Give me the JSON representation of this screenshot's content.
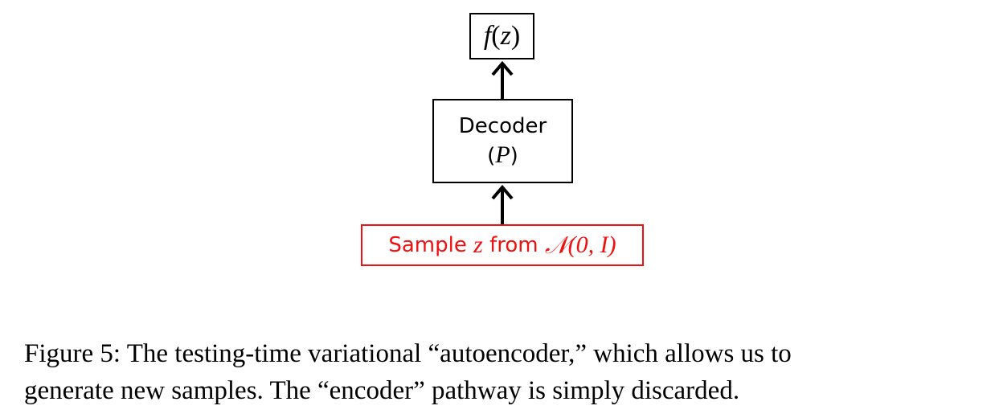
{
  "diagram": {
    "output_label_func": "f",
    "output_label_arg": "z",
    "decoder_label": "Decoder",
    "decoder_symbol": "P",
    "sample_prefix": "Sample",
    "sample_var": "z",
    "sample_from": "from",
    "sample_dist": "𝒩",
    "sample_args": "(0, I)",
    "colors": {
      "box_border": "#000000",
      "sample_color": "#e11111"
    }
  },
  "caption": {
    "line1": "Figure 5: The testing-time variational “autoencoder,” which allows us to",
    "line2": "generate new samples. The “encoder” pathway is simply discarded."
  }
}
